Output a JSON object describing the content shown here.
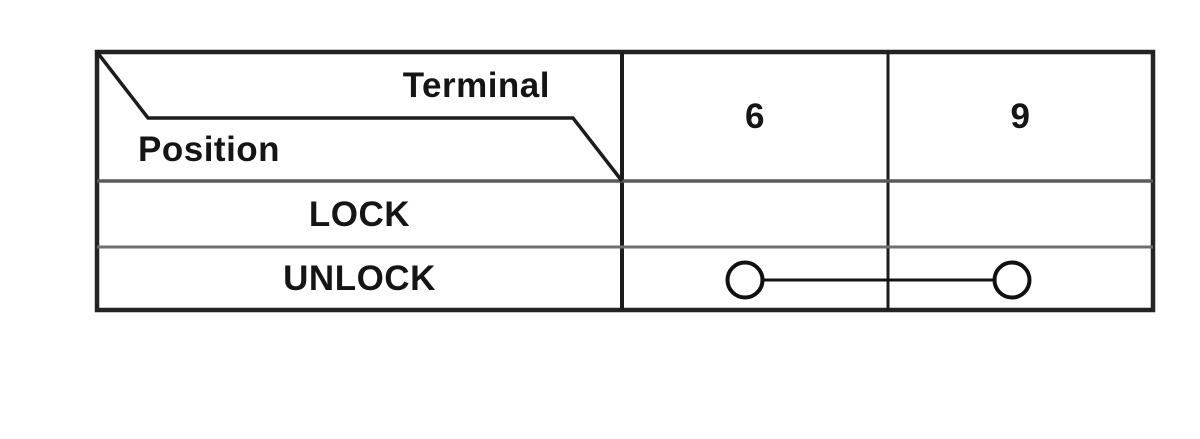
{
  "diagram": {
    "type": "switch-continuity-table",
    "corner_header": {
      "top_right": "Terminal",
      "bottom_left": "Position"
    },
    "terminal_columns": [
      "6",
      "9"
    ],
    "rows": [
      {
        "position": "LOCK",
        "connected_terminals": []
      },
      {
        "position": "UNLOCK",
        "connected_terminals": [
          "6",
          "9"
        ]
      }
    ],
    "colors": {
      "outer_border": "#232323",
      "dark_line": "#1c1c1c",
      "gray_line_header": "#5a5a5a",
      "gray_line_row": "#6f6f6f",
      "symbol_stroke": "#111111",
      "text": "#151515",
      "background": "#ffffff"
    }
  }
}
